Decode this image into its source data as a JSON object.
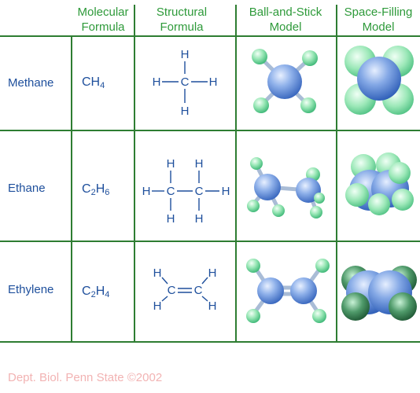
{
  "headers": {
    "molecular": [
      "Molecular",
      "Formula"
    ],
    "structural": [
      "Structural",
      "Formula"
    ],
    "ball_stick": [
      "Ball-and-Stick",
      "Model"
    ],
    "space_filling": [
      "Space-Filling",
      "Model"
    ]
  },
  "rows": [
    {
      "name": "Methane",
      "formula_base": "CH",
      "formula_sub": "4",
      "formula_tail": ""
    },
    {
      "name": "Ethane",
      "formula_base": "C",
      "formula_sub": "2",
      "formula_mid": "H",
      "formula_sub2": "6"
    },
    {
      "name": "Ethylene",
      "formula_base": "C",
      "formula_sub": "2",
      "formula_mid": "H",
      "formula_sub2": "4"
    }
  ],
  "atoms": {
    "H": "H",
    "C": "C"
  },
  "credit": "Dept. Biol. Penn State ©2002",
  "colors": {
    "header": "#2e9a3a",
    "text": "#1e4f9c",
    "grid": "#2e7d32",
    "carbon": "#4a7fd0",
    "hydrogen": "#7ee0a5",
    "credit": "#f2b3b3"
  }
}
